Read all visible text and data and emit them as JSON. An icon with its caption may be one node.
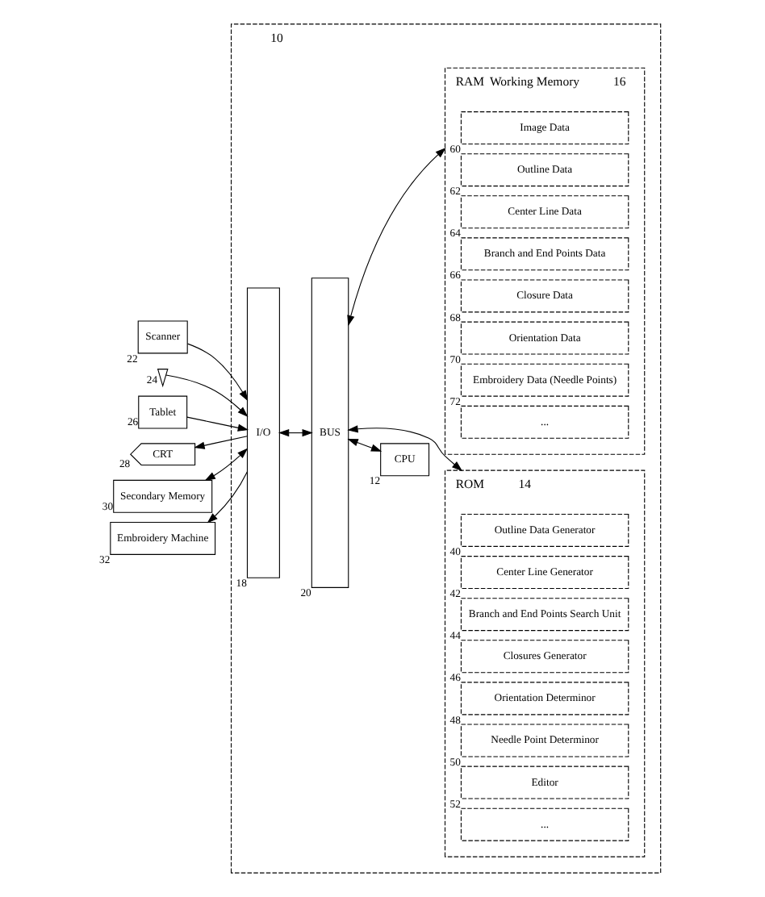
{
  "diagram": {
    "nodes": [
      {
        "text": [],
        "shape": "box",
        "beside": [
          "10"
        ]
      },
      {
        "text": [
          "Scanner"
        ],
        "beside": [
          "22"
        ]
      },
      {
        "text": [],
        "shape": "pen",
        "beside": [
          "24"
        ]
      },
      {
        "text": [
          "Tablet"
        ],
        "beside": [
          "26"
        ]
      },
      {
        "text": [
          "CRT"
        ],
        "beside": [
          "28"
        ]
      },
      {
        "text": [
          "Secondary Memory"
        ],
        "beside": [
          "30"
        ]
      },
      {
        "text": [
          "Embroidery Machine"
        ],
        "beside": [
          "32"
        ]
      },
      {
        "text": [
          "I/O"
        ],
        "in": 0,
        "beside": [
          "18"
        ]
      },
      {
        "text": [
          "BUS"
        ],
        "in": 0,
        "beside": [
          "20"
        ]
      },
      {
        "text": [
          "CPU"
        ],
        "in": 0,
        "beside": [
          "12"
        ]
      },
      {
        "text": [
          "ROM"
        ],
        "in": 0,
        "beside": [
          "14"
        ]
      },
      {
        "text": [
          "Outline Data Generator"
        ],
        "in": 10,
        "beside": [
          "40"
        ]
      },
      {
        "text": [
          "Center Line Generator"
        ],
        "in": 10,
        "beside": [
          "42"
        ]
      },
      {
        "text": [
          "Branch and End Points Search Unit"
        ],
        "in": 10,
        "beside": [
          "44"
        ]
      },
      {
        "text": [
          "Closures Generator"
        ],
        "in": 10,
        "beside": [
          "46"
        ]
      },
      {
        "text": [
          "Orientation Determinor"
        ],
        "in": 10,
        "beside": [
          "48"
        ]
      },
      {
        "text": [
          "Needle Point Determinor"
        ],
        "in": 10,
        "beside": [
          "50"
        ]
      },
      {
        "text": [
          "Editor"
        ],
        "in": 10,
        "beside": [
          "52"
        ]
      },
      {
        "text": [
          "..."
        ],
        "in": 10
      },
      {
        "text": [
          "RAM",
          "Working Memory"
        ],
        "in": 0,
        "beside": [
          "16"
        ]
      },
      {
        "text": [
          "Image Data"
        ],
        "in": 19,
        "beside": [
          "60"
        ]
      },
      {
        "text": [
          "Outline Data"
        ],
        "in": 19,
        "beside": [
          "62"
        ]
      },
      {
        "text": [
          "Center Line Data"
        ],
        "in": 19,
        "beside": [
          "64"
        ]
      },
      {
        "text": [
          "Branch and End Points Data"
        ],
        "in": 19,
        "beside": [
          "66"
        ]
      },
      {
        "text": [
          "Closure Data"
        ],
        "in": 19,
        "beside": [
          "68"
        ]
      },
      {
        "text": [
          "Orientation Data"
        ],
        "in": 19,
        "beside": [
          "70"
        ]
      },
      {
        "text": [
          "Embroidery Data (Needle Points)"
        ],
        "in": 19,
        "beside": [
          "72"
        ]
      },
      {
        "text": [
          "..."
        ],
        "in": 19
      }
    ],
    "edges": [
      {
        "from": 1,
        "to": 7,
        "arrow": "to"
      },
      {
        "from": 2,
        "to": 7,
        "arrow": "to"
      },
      {
        "from": 3,
        "to": 7,
        "arrow": "to"
      },
      {
        "from": 7,
        "to": 4,
        "arrow": "to"
      },
      {
        "from": 5,
        "to": 7,
        "arrow": "both"
      },
      {
        "from": 7,
        "to": 6,
        "arrow": "to"
      },
      {
        "from": 7,
        "to": 8,
        "arrow": "both"
      },
      {
        "from": 8,
        "to": 9,
        "arrow": "both"
      },
      {
        "from": 8,
        "to": 10,
        "arrow": "both"
      },
      {
        "from": 8,
        "to": 19,
        "arrow": "both"
      }
    ]
  }
}
